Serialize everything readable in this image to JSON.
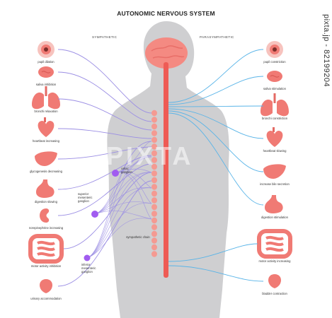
{
  "title": "AUTONOMIC NERVOUS SYSTEM",
  "sympathetic_label": "SYMPATHETIC",
  "parasympathetic_label": "PARASYMPATHETIC",
  "watermark": "PIXTA",
  "pixta_id": "pixta.jp - 82199204",
  "colors": {
    "body": "#cfcfd1",
    "organ": "#f07a74",
    "spine": "#ee5b55",
    "brain": "#f48a82",
    "sympathetic_nerve": "#9b8ee4",
    "parasympathetic_nerve": "#59b4e8",
    "ganglion": "#a15cf0"
  },
  "left_organs": [
    {
      "label": "pupil dilation",
      "icon": "eye-icon"
    },
    {
      "label": "saliva inhibition",
      "icon": "salivary-gland-icon"
    },
    {
      "label": "bronchi relaxation",
      "icon": "lungs-icon"
    },
    {
      "label": "heartbeat increasing",
      "icon": "heart-icon"
    },
    {
      "label": "glycogenesis decreasing",
      "icon": "liver-icon"
    },
    {
      "label": "digestion slowing",
      "icon": "stomach-icon"
    },
    {
      "label": "norepinephrine increasing",
      "icon": "kidney-icon"
    },
    {
      "label": "motor activity inhibition",
      "icon": "intestines-icon"
    },
    {
      "label": "urinary accommodation",
      "icon": "bladder-icon"
    }
  ],
  "right_organs": [
    {
      "label": "pupil constriction",
      "icon": "eye-icon"
    },
    {
      "label": "saliva stimulation",
      "icon": "salivary-gland-icon"
    },
    {
      "label": "bronchi constriction",
      "icon": "lungs-icon"
    },
    {
      "label": "heartbeat slowing",
      "icon": "heart-icon"
    },
    {
      "label": "increase bile secretion",
      "icon": "liver-icon"
    },
    {
      "label": "digestion stimulation",
      "icon": "stomach-icon"
    },
    {
      "label": "motor activity increasing",
      "icon": "intestines-icon"
    },
    {
      "label": "bladder contraction",
      "icon": "bladder-icon"
    }
  ],
  "ganglia": {
    "celiac": "celiac ganglion",
    "superior": "superior mesenteric ganglion",
    "inferior": "inferior mesenteric ganglion",
    "chain": "sympathetic chain"
  }
}
